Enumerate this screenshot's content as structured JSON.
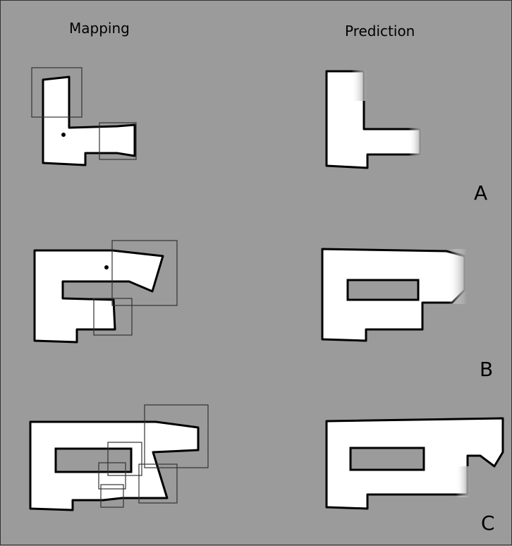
{
  "headers": {
    "mapping": "Mapping",
    "prediction": "Prediction"
  },
  "rows": [
    {
      "label": "A"
    },
    {
      "label": "B"
    },
    {
      "label": "C"
    }
  ],
  "colors": {
    "background": "#9b9b9b",
    "free": "#ffffff",
    "wall": "#000000",
    "box": "#333333"
  }
}
